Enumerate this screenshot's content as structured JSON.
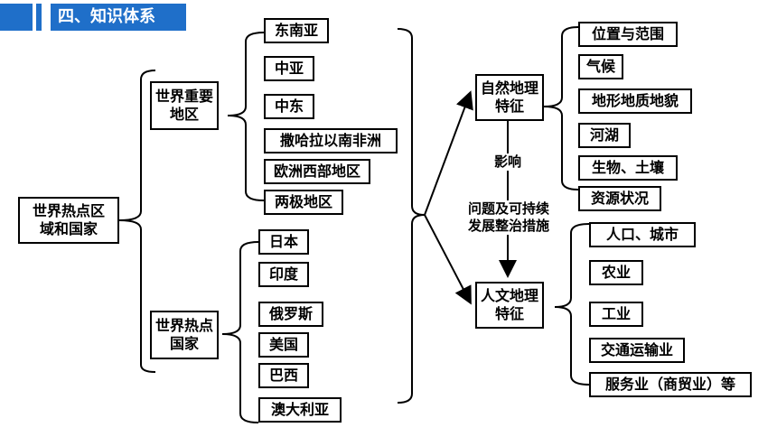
{
  "header": {
    "title": "四、知识体系"
  },
  "root": {
    "label": "世界热点区域和国家"
  },
  "categories": {
    "regions": {
      "label": "世界重要地区"
    },
    "countries": {
      "label": "世界热点国家"
    }
  },
  "regions": [
    "东南亚",
    "中亚",
    "中东",
    "撒哈拉以南非洲",
    "欧洲西部地区",
    "两极地区"
  ],
  "countries": [
    "日本",
    "印度",
    "俄罗斯",
    "美国",
    "巴西",
    "澳大利亚"
  ],
  "features": {
    "natural": {
      "label": "自然地理特征"
    },
    "human": {
      "label": "人文地理特征"
    }
  },
  "connector": {
    "influence": "影响",
    "issues": "问题及可持续发展整治措施"
  },
  "natural_items": [
    "位置与范围",
    "气候",
    "地形地质地貌",
    "河湖",
    "生物、土壤",
    "资源状况"
  ],
  "human_items": [
    "人口、城市",
    "农业",
    "工业",
    "交通运输业",
    "服务业（商贸业）等"
  ]
}
